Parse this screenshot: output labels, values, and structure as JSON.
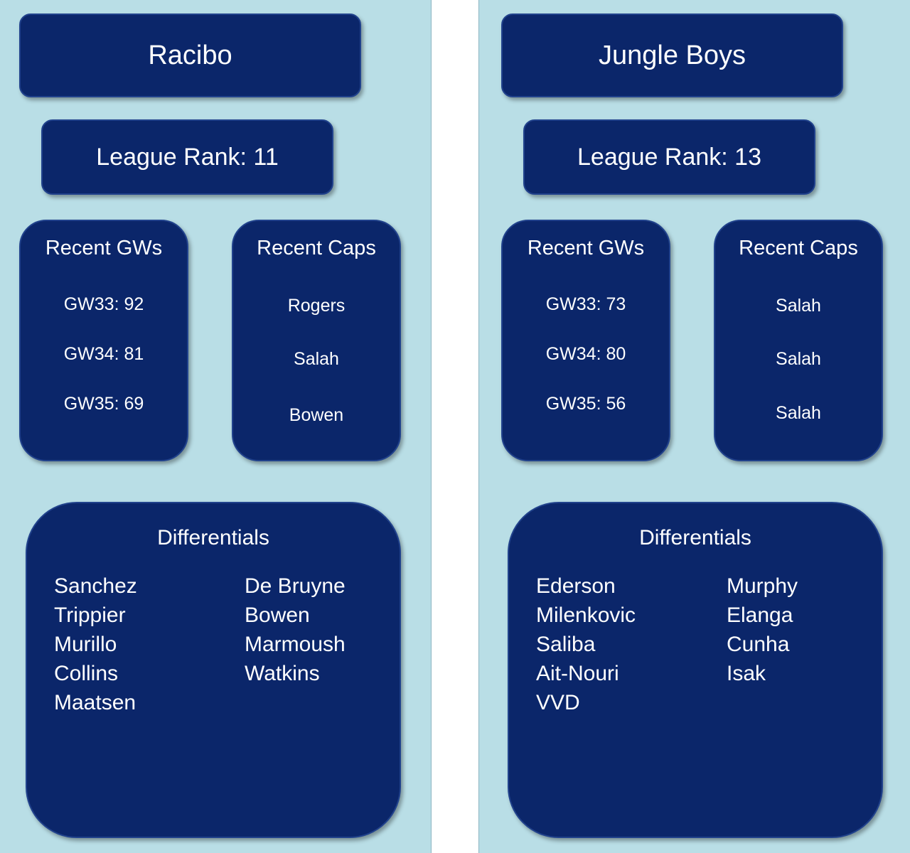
{
  "teams": [
    {
      "name": "Racibo",
      "league_rank": "League Rank: 11",
      "recent_gws_heading": "Recent GWs",
      "recent_gws": [
        "GW33: 92",
        "GW34: 81",
        "GW35: 69"
      ],
      "recent_caps_heading": "Recent Caps",
      "recent_caps": [
        "Rogers",
        "Salah",
        "Bowen"
      ],
      "differentials_heading": "Differentials",
      "differentials_col1": [
        "Sanchez",
        "Trippier",
        "Murillo",
        "Collins",
        "Maatsen"
      ],
      "differentials_col2": [
        "De Bruyne",
        "Bowen",
        "Marmoush",
        "Watkins"
      ]
    },
    {
      "name": "Jungle Boys",
      "league_rank": "League Rank: 13",
      "recent_gws_heading": "Recent GWs",
      "recent_gws": [
        "GW33: 73",
        "GW34: 80",
        "GW35: 56"
      ],
      "recent_caps_heading": "Recent Caps",
      "recent_caps": [
        "Salah",
        "Salah",
        "Salah"
      ],
      "differentials_heading": "Differentials",
      "differentials_col1": [
        "Ederson",
        "Milenkovic",
        "Saliba",
        "Ait-Nouri",
        "VVD"
      ],
      "differentials_col2": [
        "Murphy",
        "Elanga",
        "Cunha",
        "Isak"
      ]
    }
  ],
  "colors": {
    "panel_background": "#b9dee6",
    "box_fill": "#0b266a",
    "box_border": "#21428c",
    "text": "#ffffff"
  }
}
